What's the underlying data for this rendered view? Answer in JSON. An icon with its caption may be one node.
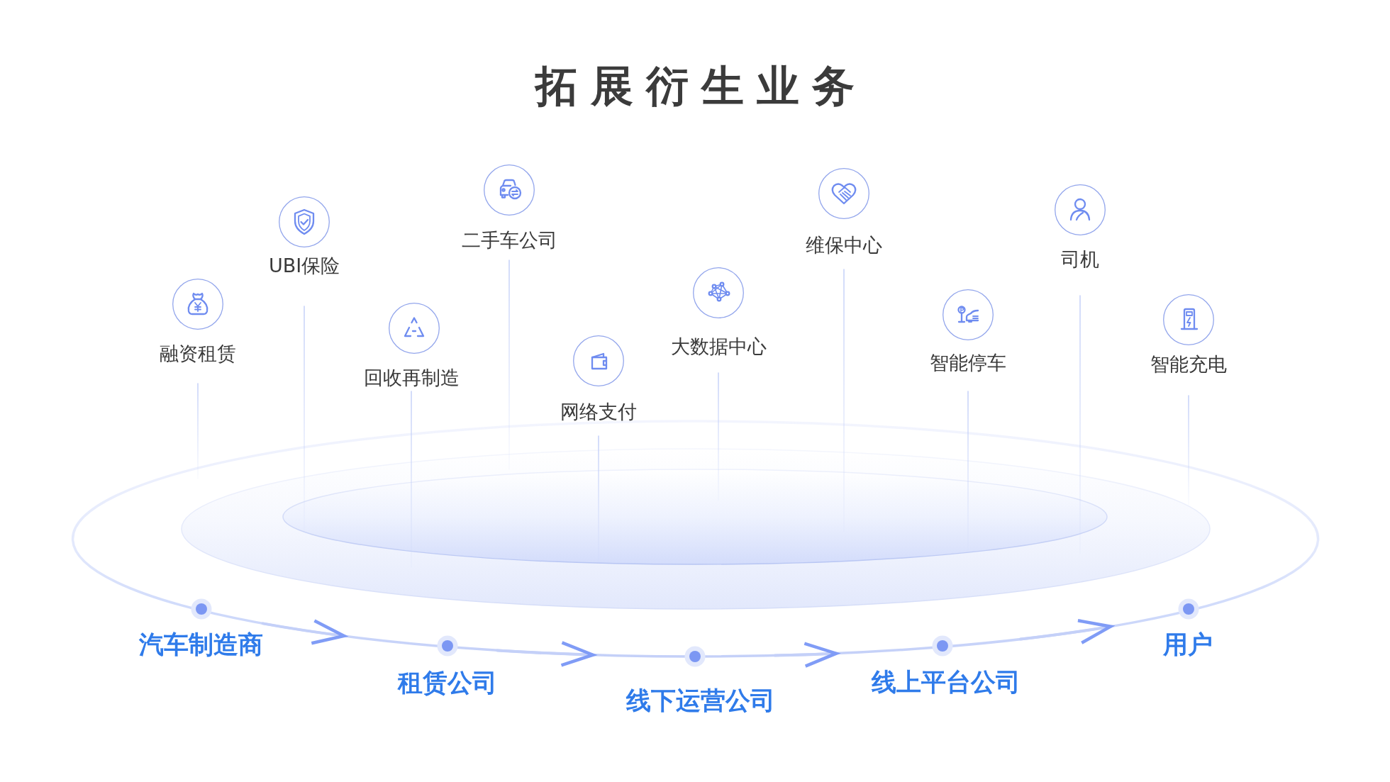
{
  "diagram": {
    "title": "拓展衍生业务",
    "nodes": [
      {
        "text": [
          "融资租赁"
        ]
      },
      {
        "text": [
          "UBI保险"
        ]
      },
      {
        "text": [
          "回收再制造"
        ]
      },
      {
        "text": [
          "二手车公司"
        ]
      },
      {
        "text": [
          "网络支付"
        ]
      },
      {
        "text": [
          "大数据中心"
        ]
      },
      {
        "text": [
          "维保中心"
        ]
      },
      {
        "text": [
          "智能停车"
        ]
      },
      {
        "text": [
          "司机"
        ]
      },
      {
        "text": [
          "智能充电"
        ]
      },
      {
        "text": [
          "汽车制造商"
        ]
      },
      {
        "text": [
          "租赁公司"
        ]
      },
      {
        "text": [
          "线下运营公司"
        ]
      },
      {
        "text": [
          "线上平台公司"
        ]
      },
      {
        "text": [
          "用户"
        ]
      }
    ],
    "edges": [
      {
        "from": 0,
        "to": null,
        "arrow": "none"
      },
      {
        "from": 1,
        "to": null,
        "arrow": "none"
      },
      {
        "from": 2,
        "to": null,
        "arrow": "none"
      },
      {
        "from": 3,
        "to": null,
        "arrow": "none"
      },
      {
        "from": 4,
        "to": null,
        "arrow": "none"
      },
      {
        "from": 5,
        "to": null,
        "arrow": "none"
      },
      {
        "from": 6,
        "to": null,
        "arrow": "none"
      },
      {
        "from": 7,
        "to": null,
        "arrow": "none"
      },
      {
        "from": 8,
        "to": null,
        "arrow": "none"
      },
      {
        "from": 9,
        "to": null,
        "arrow": "none"
      },
      {
        "from": 10,
        "to": 11,
        "arrow": "to"
      },
      {
        "from": 11,
        "to": 12,
        "arrow": "to"
      },
      {
        "from": 12,
        "to": 13,
        "arrow": "to"
      },
      {
        "from": 13,
        "to": 14,
        "arrow": "to"
      }
    ]
  }
}
